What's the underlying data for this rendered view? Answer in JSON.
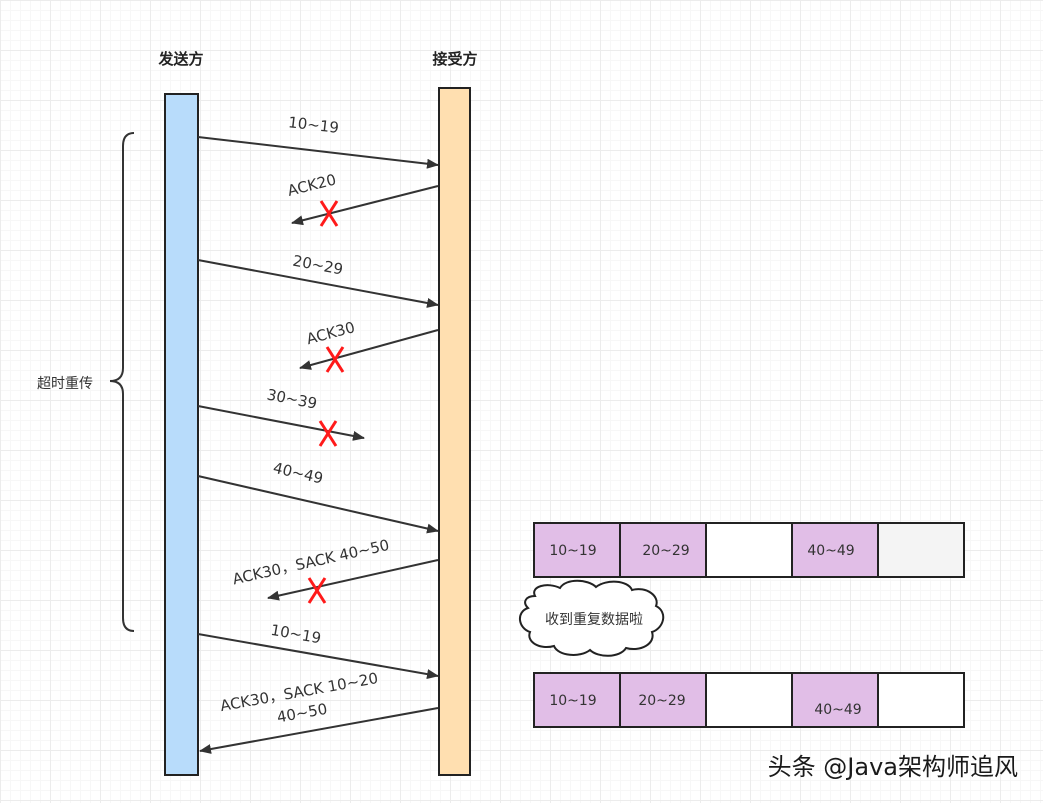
{
  "participants": {
    "sender": "发送方",
    "receiver": "接受方"
  },
  "bracket_label": "超时重传",
  "messages": [
    {
      "label": "10~19"
    },
    {
      "label": "ACK20"
    },
    {
      "label": "20~29"
    },
    {
      "label": "ACK30"
    },
    {
      "label": "30~39"
    },
    {
      "label": "40~49"
    },
    {
      "label": "ACK30，SACK 40~50"
    },
    {
      "label": "10~19"
    },
    {
      "label": "ACK30，SACK 10~20",
      "label2": "40~50"
    }
  ],
  "buffer1": [
    "10~19",
    "20~29",
    "",
    "40~49",
    ""
  ],
  "buffer2": [
    "10~19",
    "20~29",
    "",
    "40~49",
    ""
  ],
  "cloud_text": "收到重复数据啦",
  "watermark": "头条 @Java架构师追风",
  "colors": {
    "sender_bar": "#b8dcfb",
    "receiver_bar": "#ffdfb0",
    "filled_cell": "#e1bee7",
    "grey_cell": "#f4f4f4",
    "lost_mark": "#ff1a1a"
  }
}
